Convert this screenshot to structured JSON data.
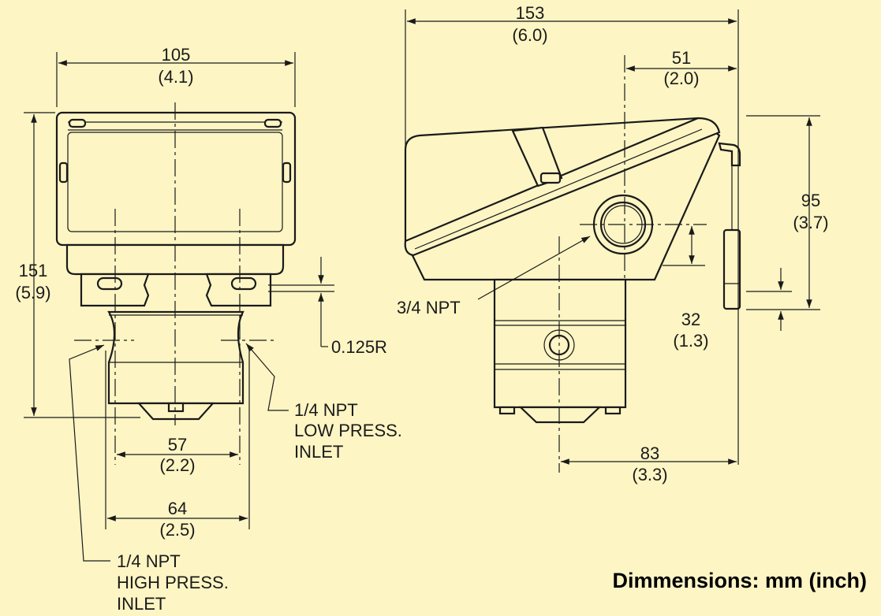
{
  "front_view": {
    "width": {
      "mm": "105",
      "inch": "(4.1)"
    },
    "height": {
      "mm": "151",
      "inch": "(5.9)"
    },
    "port_spacing_inner": {
      "mm": "57",
      "inch": "(2.2)"
    },
    "port_spacing_outer": {
      "mm": "64",
      "inch": "(2.5)"
    },
    "slot_radius": "0.125R",
    "low_inlet": [
      "1/4 NPT",
      "LOW PRESS.",
      "INLET"
    ],
    "high_inlet": [
      "1/4 NPT",
      "HIGH PRESS.",
      "INLET"
    ]
  },
  "side_view": {
    "width": {
      "mm": "153",
      "inch": "(6.0)"
    },
    "offset_51": {
      "mm": "51",
      "inch": "(2.0)"
    },
    "height_95": {
      "mm": "95",
      "inch": "(3.7)"
    },
    "offset_32": {
      "mm": "32",
      "inch": "(1.3)"
    },
    "offset_83": {
      "mm": "83",
      "inch": "(3.3)"
    },
    "conduit": "3/4 NPT"
  },
  "footer": "Dimmensions: mm (inch)"
}
